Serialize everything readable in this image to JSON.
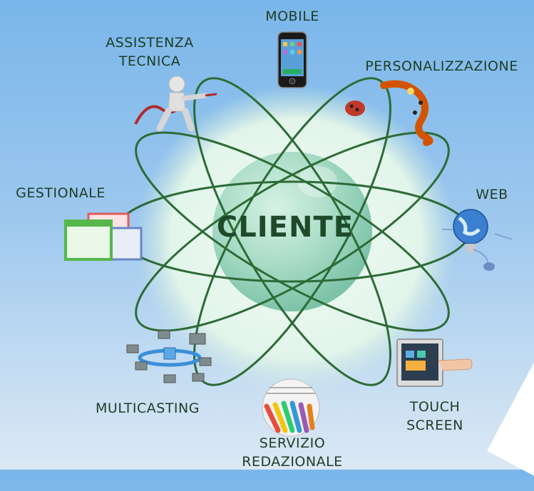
{
  "center": {
    "label": "CLIENTE"
  },
  "nodes": {
    "mobile": {
      "label": "MOBILE",
      "icon": "smartphone-icon"
    },
    "assistenza": {
      "line1": "ASSISTENZA",
      "line2": "TECNICA",
      "icon": "technician-icon"
    },
    "personalizzazione": {
      "label": "PERSONALIZZAZIONE",
      "icon": "chameleon-icon"
    },
    "gestionale": {
      "label": "GESTIONALE",
      "icon": "windows-icon"
    },
    "web": {
      "label": "WEB",
      "icon": "globe-mouse-icon"
    },
    "multicasting": {
      "label": "MULTICASTING",
      "icon": "network-icon"
    },
    "touch": {
      "line1": "TOUCH",
      "line2": "SCREEN",
      "icon": "touchscreen-icon"
    },
    "servizio": {
      "line1": "SERVIZIO",
      "line2": "REDAZIONALE",
      "icon": "pencils-newspaper-icon"
    }
  },
  "colors": {
    "orbit": "#2d6b36",
    "label": "#1f3d24",
    "sphere": "#a8dcc8",
    "halo": "#e8f7ee"
  }
}
